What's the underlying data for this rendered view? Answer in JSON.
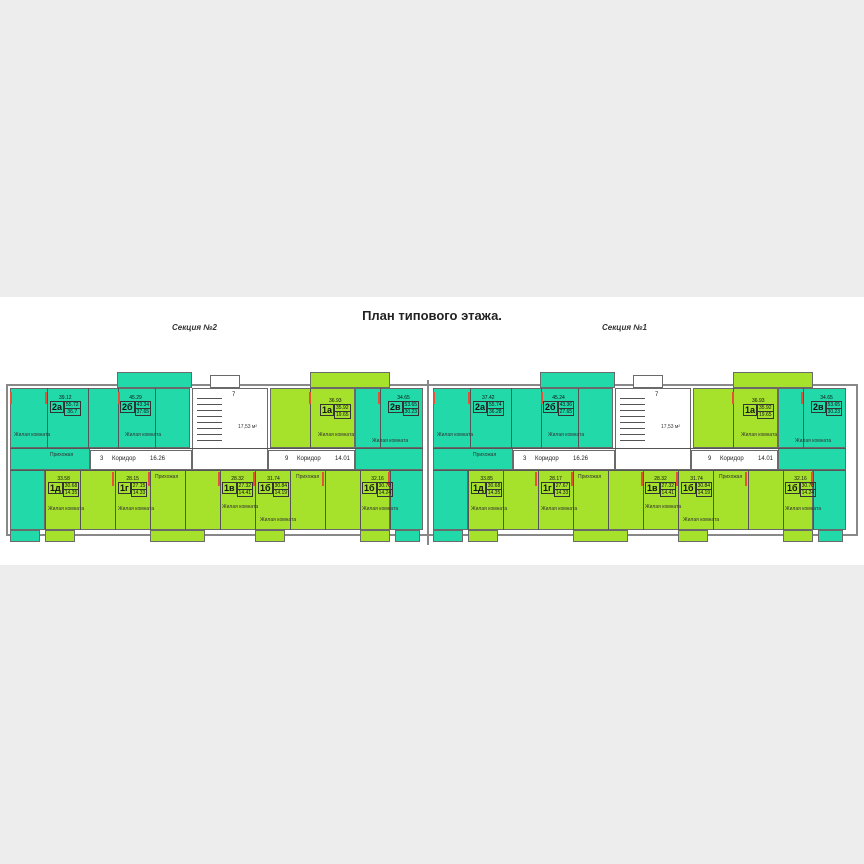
{
  "title": "План типового этажа.",
  "sections": [
    {
      "name": "Секция №2",
      "apartments": [
        {
          "code": "2а",
          "total": "39.12",
          "area": "55.72",
          "living": "36.7"
        },
        {
          "code": "2б",
          "total": "45.29",
          "area": "43.34",
          "living": "37.65"
        },
        {
          "code": "1а",
          "total": "36.93",
          "area": "35.92",
          "living": "19.65"
        },
        {
          "code": "2в",
          "total": "34.65",
          "area": "53.65",
          "living": "30.23"
        },
        {
          "code": "1д",
          "total": "33.58",
          "area": "30.68",
          "living": "14.35"
        },
        {
          "code": "1г",
          "total": "28.15",
          "area": "27.15",
          "living": "14.33"
        },
        {
          "code": "1в",
          "total": "28.32",
          "area": "27.32",
          "living": "14.41"
        },
        {
          "code": "1б",
          "total": "31.74",
          "area": "30.84",
          "living": "14.19"
        },
        {
          "code": "1б",
          "total": "32.16",
          "area": "30.78",
          "living": "14.24"
        }
      ],
      "corridors": [
        {
          "num": "3",
          "label": "Коридор",
          "area": "16.26"
        },
        {
          "num": "9",
          "label": "Коридор",
          "area": "14.01"
        }
      ]
    },
    {
      "name": "Секция №1",
      "apartments": [
        {
          "code": "2а",
          "total": "37.42",
          "area": "55.74",
          "living": "36.28"
        },
        {
          "code": "2б",
          "total": "45.24",
          "area": "43.36",
          "living": "27.65"
        },
        {
          "code": "1а",
          "total": "36.93",
          "area": "35.92",
          "living": "19.65"
        },
        {
          "code": "2в",
          "total": "34.65",
          "area": "53.65",
          "living": "30.23"
        },
        {
          "code": "1д",
          "total": "33.85",
          "area": "30.68",
          "living": "14.35"
        },
        {
          "code": "1г",
          "total": "28.17",
          "area": "27.67",
          "living": "14.33"
        },
        {
          "code": "1в",
          "total": "28.32",
          "area": "27.32",
          "living": "14.41"
        },
        {
          "code": "1б",
          "total": "31.74",
          "area": "30.84",
          "living": "14.19"
        },
        {
          "code": "1б",
          "total": "32.16",
          "area": "30.78",
          "living": "14.24"
        }
      ],
      "corridors": [
        {
          "num": "3",
          "label": "Коридор",
          "area": "16.26"
        },
        {
          "num": "9",
          "label": "Коридор",
          "area": "14.01"
        }
      ]
    }
  ],
  "room_labels": {
    "living": "Жилая комната",
    "hall": "Прихожая"
  },
  "stair": {
    "num": "7",
    "area": "17,53 м²"
  },
  "colors": {
    "teal": "#22d9a9",
    "green": "#a6e12c",
    "walls": "#555555",
    "accent_wall": "#e8503a"
  }
}
